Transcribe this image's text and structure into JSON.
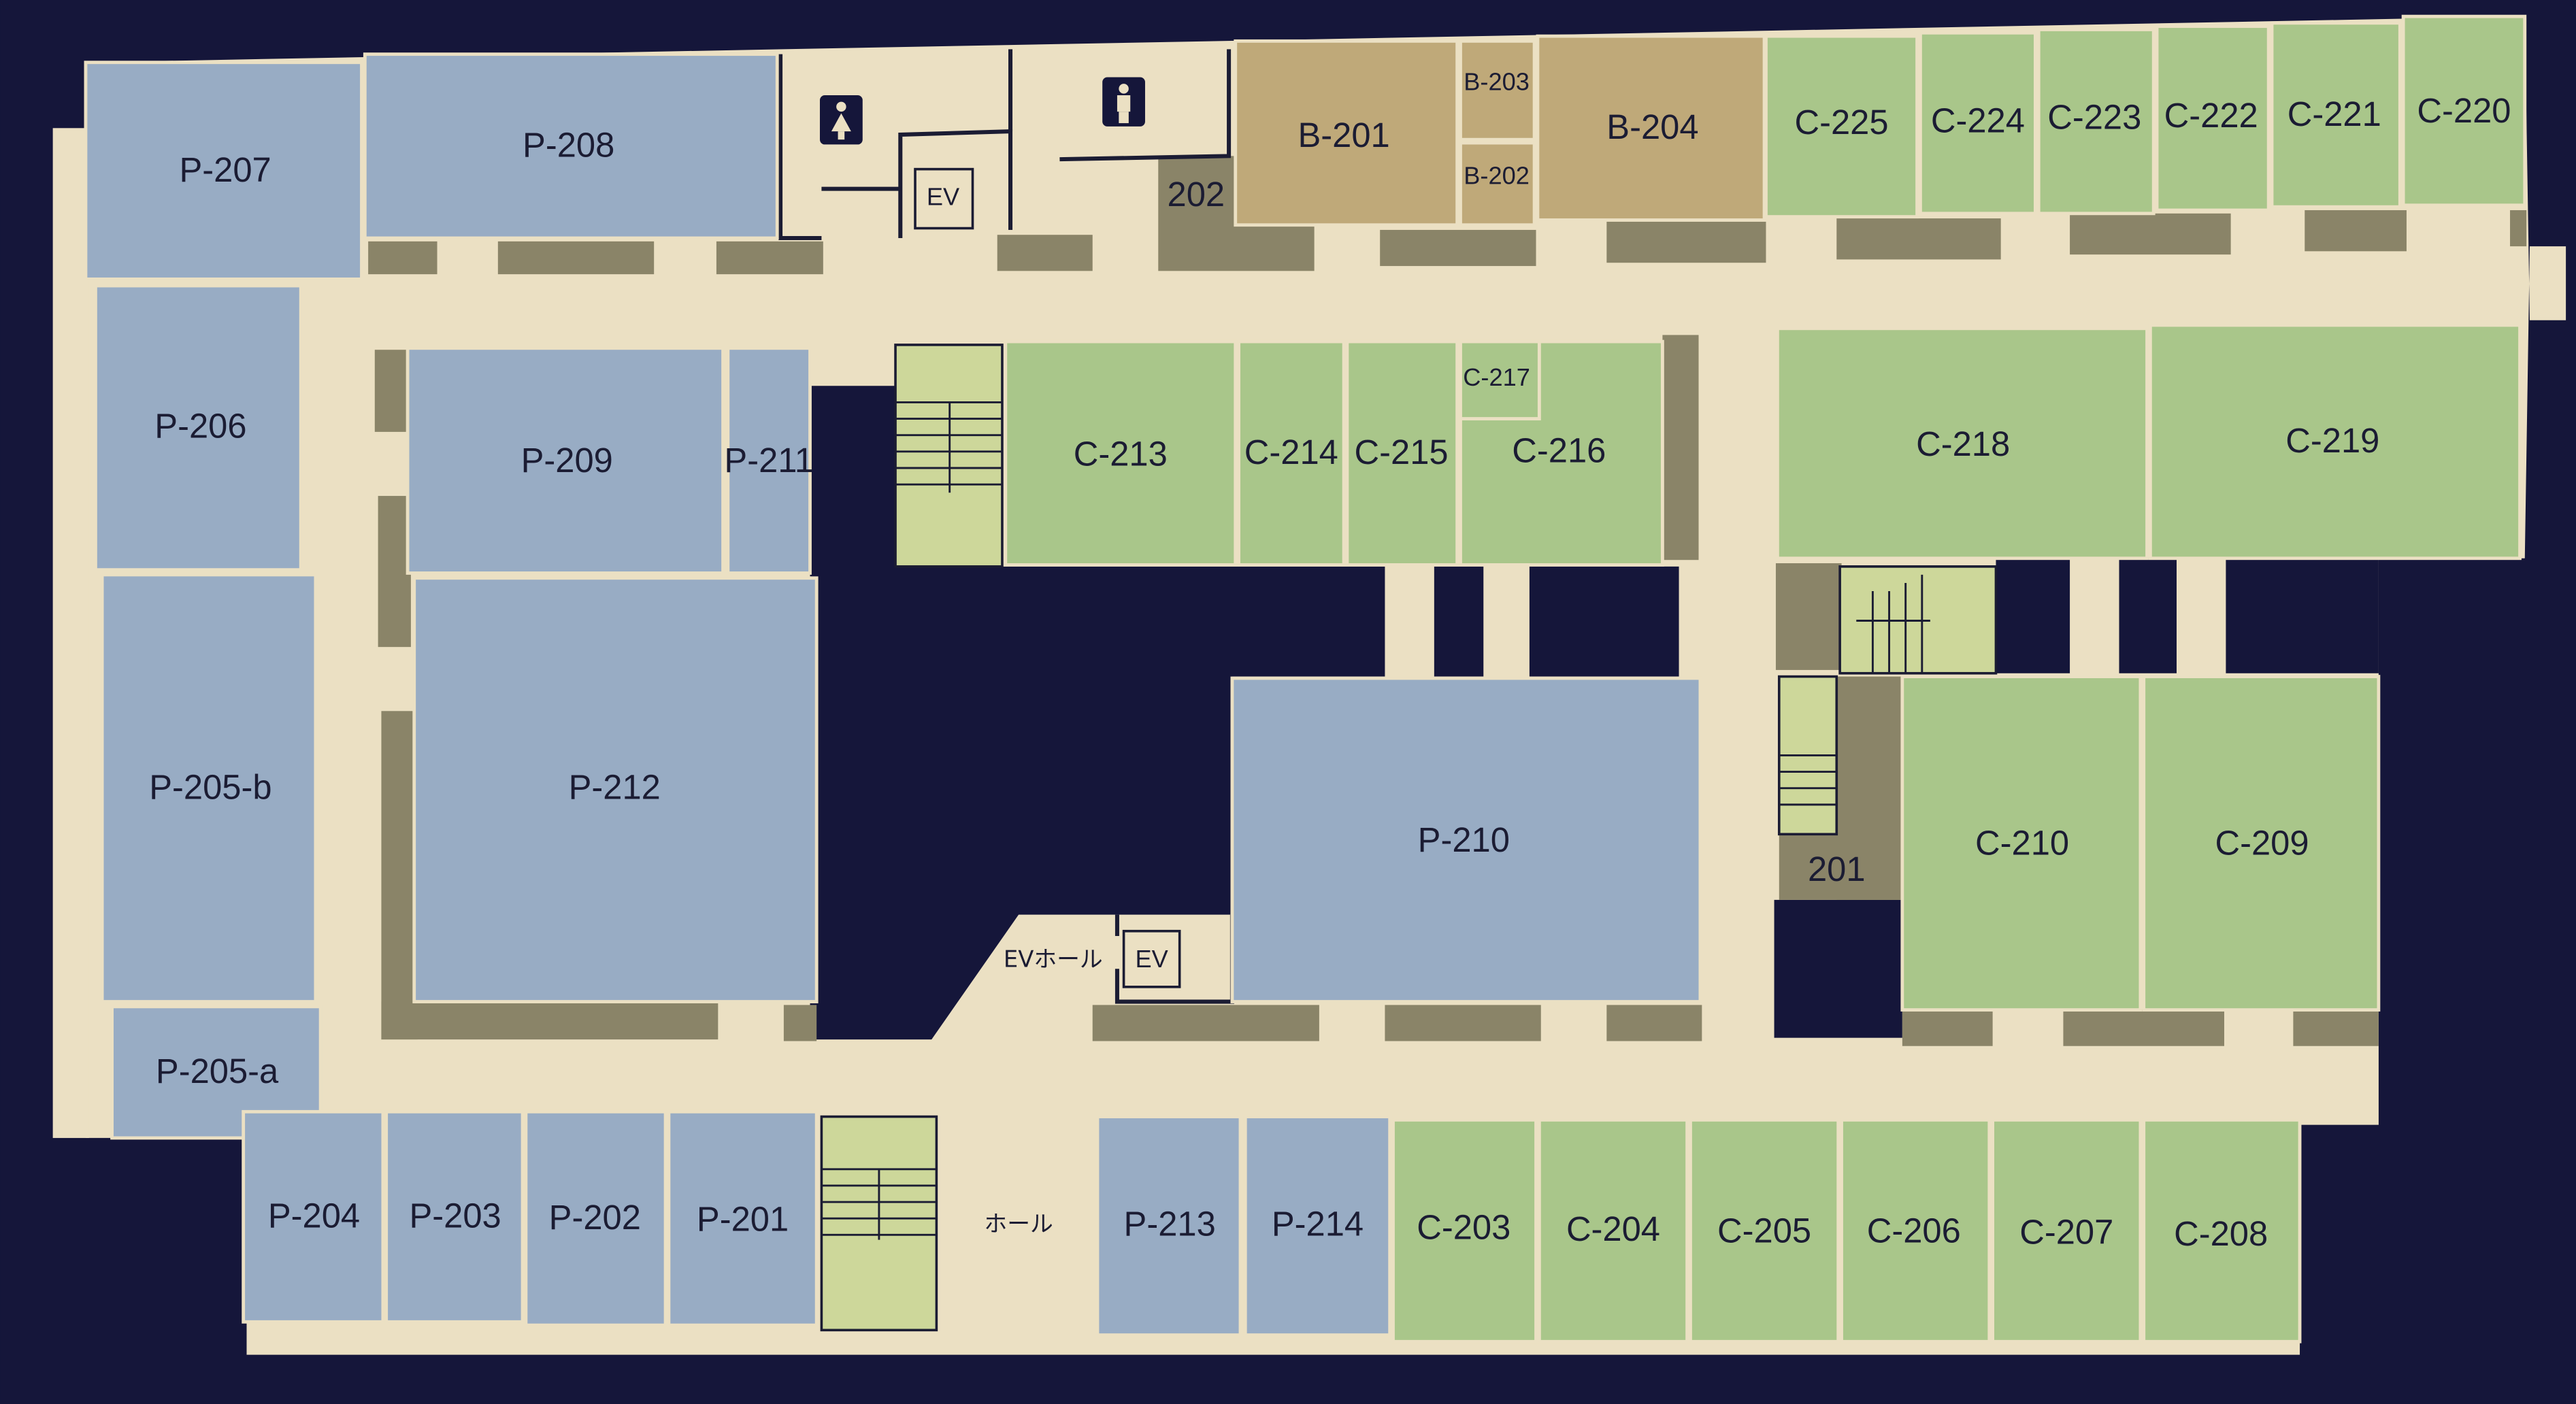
{
  "title": "2F floor plan",
  "colors": {
    "background": "#15163a",
    "floor": "#ebe0c3",
    "p_rooms": "#98acc4",
    "c_rooms": "#a9c68a",
    "b_rooms": "#bfa979",
    "walls": "#8a8468",
    "stairs": "#cdd79a"
  },
  "rooms": {
    "p207": "P-207",
    "p208": "P-208",
    "p206": "P-206",
    "p205b": "P-205-b",
    "p205a": "P-205-a",
    "p209": "P-209",
    "p211": "P-211",
    "p212": "P-212",
    "p210": "P-210",
    "p204": "P-204",
    "p203": "P-203",
    "p202": "P-202",
    "p201": "P-201",
    "p213": "P-213",
    "p214": "P-214",
    "b201": "B-201",
    "b203": "B-203",
    "b202": "B-202",
    "b204": "B-204",
    "c225": "C-225",
    "c224": "C-224",
    "c223": "C-223",
    "c222": "C-222",
    "c221": "C-221",
    "c220": "C-220",
    "c213": "C-213",
    "c214": "C-214",
    "c215": "C-215",
    "c217": "C-217",
    "c216": "C-216",
    "c218": "C-218",
    "c219": "C-219",
    "c210": "C-210",
    "c209": "C-209",
    "c203": "C-203",
    "c204": "C-204",
    "c205": "C-205",
    "c206": "C-206",
    "c207": "C-207",
    "c208": "C-208",
    "r202": "202",
    "r201": "201"
  },
  "facilities": {
    "ev_top": "EV",
    "ev_hall_ev": "EV",
    "ev_hall": "EVホール",
    "hall": "ホール",
    "female_restroom_icon": "female-restroom-icon",
    "male_restroom_icon": "male-restroom-icon"
  }
}
